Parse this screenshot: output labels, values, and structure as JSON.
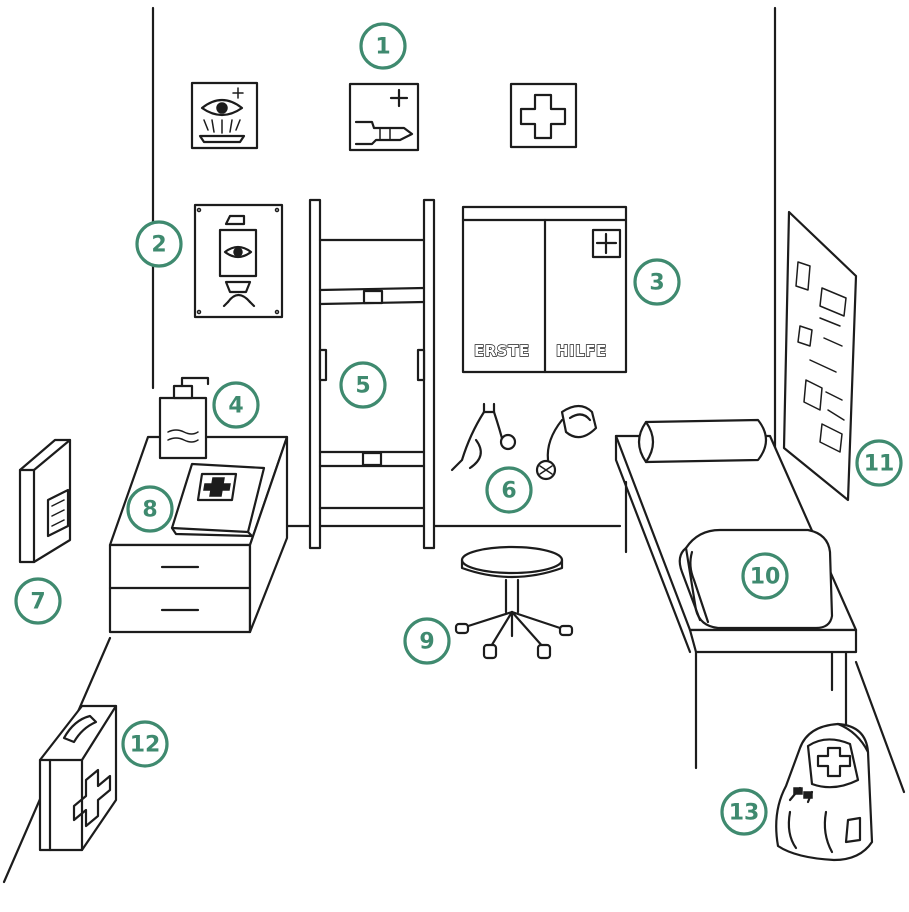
{
  "colors": {
    "marker": "#3f8a6f",
    "line": "#1c1c1c",
    "background": "#ffffff"
  },
  "cabinet_label": {
    "left_door": "ERSTE",
    "right_door": "HILFE"
  },
  "markers": [
    {
      "id": "1",
      "label": "1"
    },
    {
      "id": "2",
      "label": "2"
    },
    {
      "id": "3",
      "label": "3"
    },
    {
      "id": "4",
      "label": "4"
    },
    {
      "id": "5",
      "label": "5"
    },
    {
      "id": "6",
      "label": "6"
    },
    {
      "id": "7",
      "label": "7"
    },
    {
      "id": "8",
      "label": "8"
    },
    {
      "id": "9",
      "label": "9"
    },
    {
      "id": "10",
      "label": "10"
    },
    {
      "id": "11",
      "label": "11"
    },
    {
      "id": "12",
      "label": "12"
    },
    {
      "id": "13",
      "label": "13"
    }
  ],
  "icons": [
    "eyewash-sign-icon",
    "first-aid-hand-sign-icon",
    "first-aid-cross-sign-icon",
    "eyewash-bottle-sign-icon",
    "first-aid-cabinet-icon",
    "disinfectant-dispenser-icon",
    "stretcher-icon",
    "stethoscope-icon",
    "blood-pressure-monitor-icon",
    "wall-dispenser-icon",
    "first-aid-book-icon",
    "stool-icon",
    "blanket-icon",
    "instruction-poster-icon",
    "first-aid-case-icon",
    "first-aid-backpack-icon",
    "examination-couch-icon",
    "side-table-icon"
  ]
}
